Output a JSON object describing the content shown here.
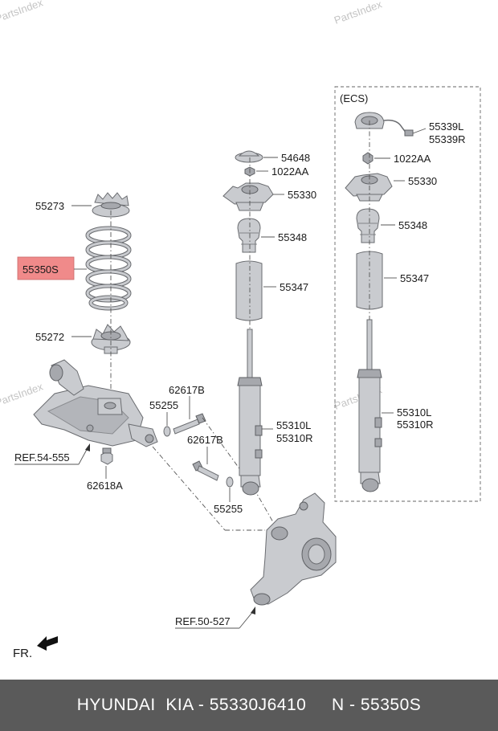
{
  "watermarks": [
    "PartsIndex",
    "PartsIndex",
    "PartsIndex",
    "PartsIndex"
  ],
  "group_label": "(ECS)",
  "labels": {
    "l55273": "55273",
    "l55350s": "55350S",
    "l55272": "55272",
    "l62617b_1": "62617B",
    "l55255_1": "55255",
    "l62617b_2": "62617B",
    "l62618a": "62618A",
    "l55255_2": "55255",
    "l54648": "54648",
    "l1022aa_1": "1022AA",
    "l55330_1": "55330",
    "l55348_1": "55348",
    "l55347_1": "55347",
    "l55310l_1": "55310L",
    "l55310r_1": "55310R",
    "l55339l": "55339L",
    "l55339r": "55339R",
    "l1022aa_2": "1022AA",
    "l55330_2": "55330",
    "l55348_2": "55348",
    "l55347_2": "55347",
    "l55310l_2": "55310L",
    "l55310r_2": "55310R"
  },
  "refs": {
    "ref_54555": "REF.54-555",
    "ref_50527": "REF.50-527"
  },
  "fr_label": "FR.",
  "highlight_color": "#f08a8a",
  "footer": {
    "brand": "HYUNDAI  KIA - 55330J6410",
    "number": "N - 55350S"
  }
}
